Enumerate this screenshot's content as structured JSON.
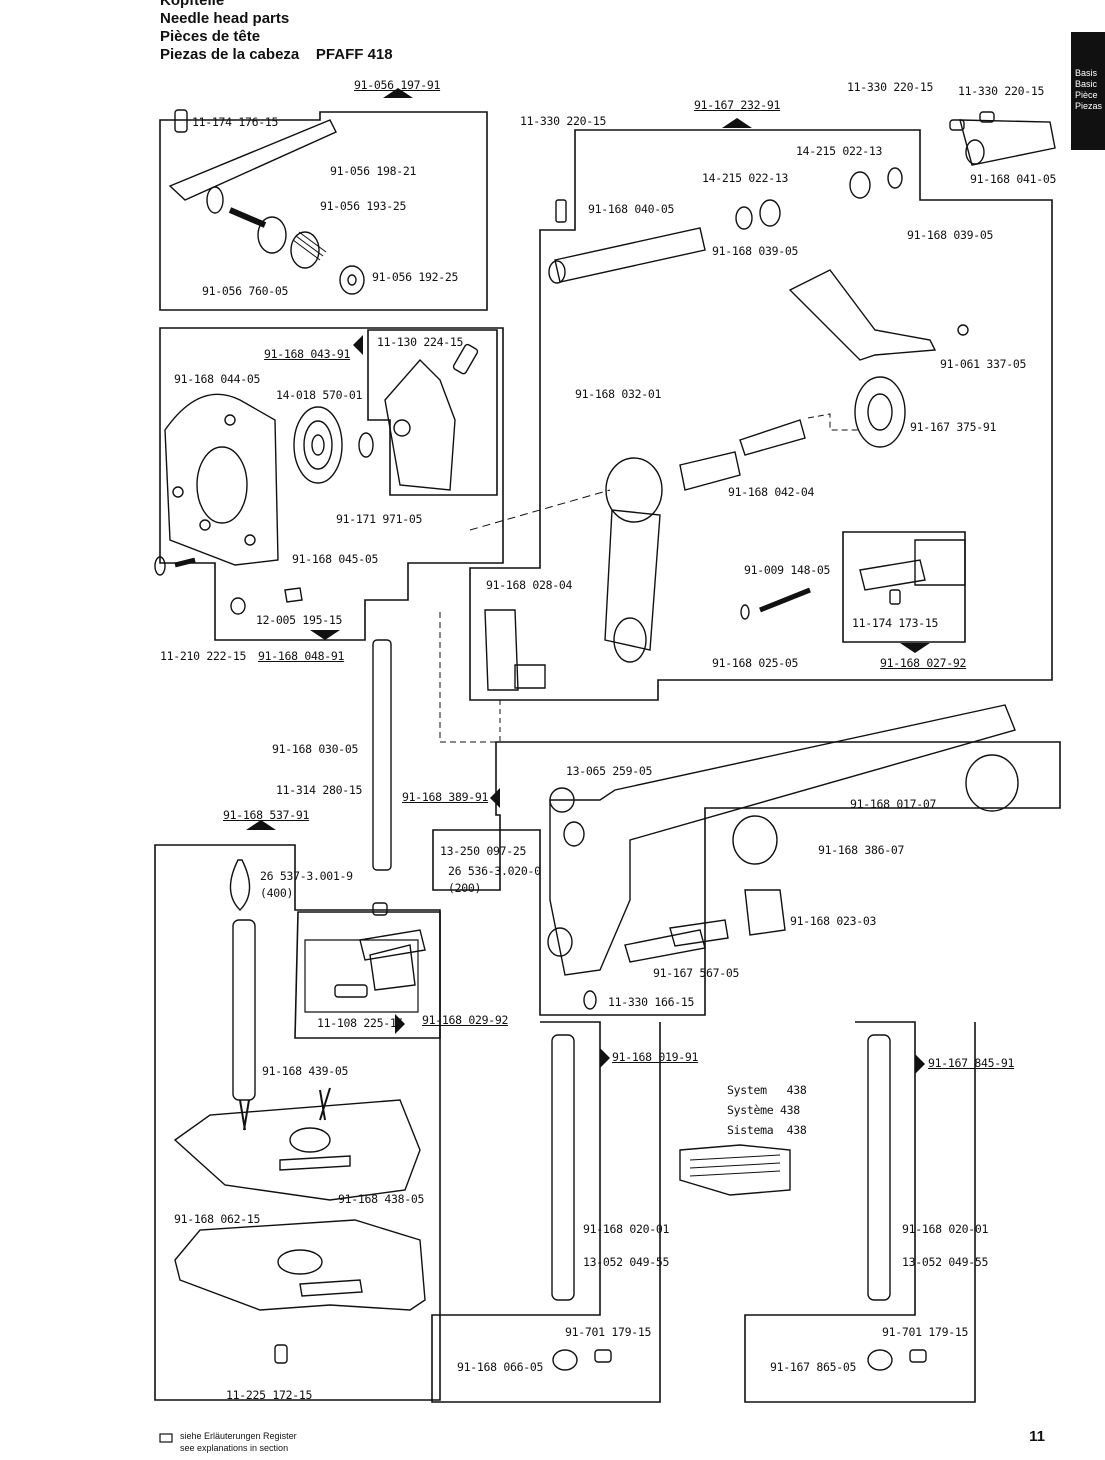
{
  "header": {
    "line0": "Kopfteile",
    "line1": "Needle head parts",
    "line2": "Pièces de tête",
    "line3": "Piezas de la cabeza",
    "model": "PFAFF 418"
  },
  "tab": [
    "Basis",
    "Basic",
    "Pièce",
    "Piezas"
  ],
  "labels": {
    "a1": "91-056 197-91",
    "a2": "11-174 176-15",
    "a3": "91-056 198-21",
    "a4": "91-056 193-25",
    "a5": "91-056 760-05",
    "a6": "91-056 192-25",
    "b1": "91-168 043-91",
    "b2": "11-130 224-15",
    "b3": "91-168 044-05",
    "b4": "14-018 570-01",
    "b5": "91-171 971-05",
    "b6": "91-168 045-05",
    "b7": "12-005 195-15",
    "b8": "11-210 222-15",
    "b9": "91-168 048-91",
    "c1": "91-167 232-91",
    "c2": "11-330 220-15",
    "c3": "11-330 220-15",
    "c4": "11-330 220-15",
    "c5": "14-215 022-13",
    "c6": "14-215 022-13",
    "c7": "91-168 041-05",
    "c8": "91-168 040-05",
    "c9": "91-168 039-05",
    "c10": "91-168 039-05",
    "c11": "91-061 337-05",
    "c12": "91-168 032-01",
    "c13": "91-167 375-91",
    "c14": "91-168 042-04",
    "c15": "91-009 148-05",
    "c16": "91-168 028-04",
    "c17": "11-174 173-15",
    "c18": "91-168 025-05",
    "c19": "91-168 027-92",
    "d1": "91-168 030-05",
    "d2": "11-314 280-15",
    "d3": "91-168 389-91",
    "d4": "13-065 259-05",
    "d5": "91-168 017-07",
    "d6": "13-250 097-25",
    "d7": "26 536-3.020-0",
    "d8": "(200)",
    "d9": "91-168 386-07",
    "d10": "91-168 023-03",
    "d11": "91-167 567-05",
    "d12": "11-330 166-15",
    "e1": "91-168 537-91",
    "e2": "26 537-3.001-9",
    "e3": "(400)",
    "e4": "11-108 225-15",
    "e5": "91-168 029-92",
    "e6": "91-168 439-05",
    "e7": "91-168 438-05",
    "e8": "91-168 062-15",
    "e9": "11-225 172-15",
    "f1": "91-168 019-91",
    "f2": "91-168 020-01",
    "f3": "13-052 049-55",
    "f4": "91-701 179-15",
    "f5": "91-168 066-05",
    "g1": "91-167 845-91",
    "g2": "91-168 020-01",
    "g3": "13-052 049-55",
    "g4": "91-701 179-15",
    "g5": "91-167 865-05"
  },
  "system": {
    "l1": "System",
    "l2": "Système",
    "l3": "Sistema",
    "value": "438"
  },
  "footer": {
    "line1": "siehe Erläuterungen Register",
    "line2": "see explanations in section"
  },
  "page_number": "11"
}
